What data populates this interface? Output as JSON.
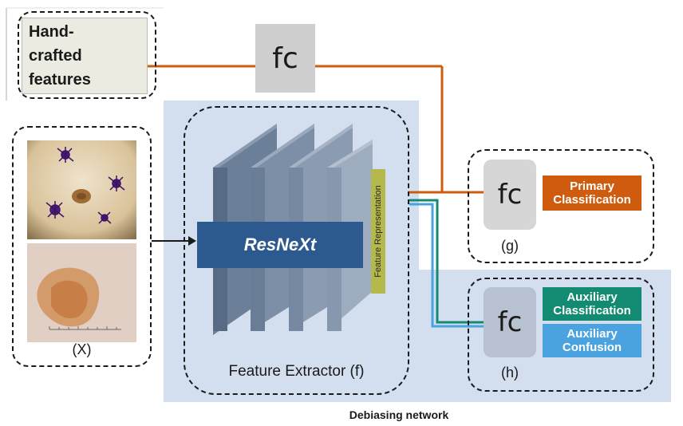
{
  "handcrafted": {
    "label": "Hand-\ncrafted\nfeatures"
  },
  "fc_top": {
    "label": "fc"
  },
  "input": {
    "caption": "(X)"
  },
  "extractor": {
    "backbone_label": "ResNeXt",
    "feature_label": "Feature Representation",
    "caption": "Feature Extractor (f)"
  },
  "primary_head": {
    "fc_label": "fc",
    "caption": "(g)",
    "output_label": "Primary Classification"
  },
  "auxiliary_head": {
    "fc_label": "fc",
    "caption": "(h)",
    "outputs": [
      "Auxiliary Classification",
      "Auxiliary Confusion"
    ]
  },
  "footer": {
    "title": "Debiasing network"
  },
  "colors": {
    "panel": "#d3deee",
    "orange": "#cf5b0e",
    "green": "#138a72",
    "blue": "#4aa3df",
    "resnext": "#2c5a8e",
    "feature_bar": "#b5b84a"
  }
}
